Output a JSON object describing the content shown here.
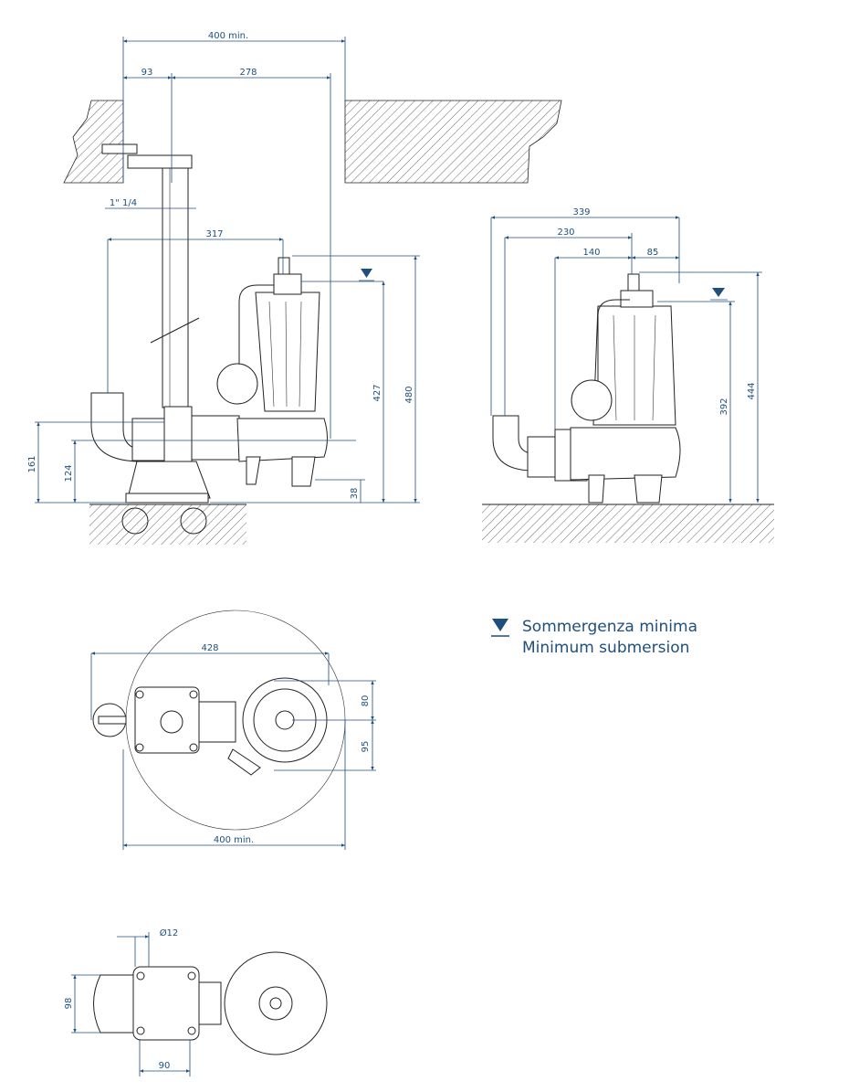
{
  "side_view": {
    "dims": {
      "d400": "400 min.",
      "d93": "93",
      "d278": "278",
      "pipe": "1\" 1/4",
      "d317": "317",
      "d427": "427",
      "d480": "480",
      "d161": "161",
      "d124": "124",
      "d38": "38"
    }
  },
  "front_view": {
    "dims": {
      "d339": "339",
      "d230": "230",
      "d140": "140",
      "d85": "85",
      "d392": "392",
      "d444": "444"
    }
  },
  "top_view": {
    "dims": {
      "d428": "428",
      "d400": "400 min.",
      "d80": "80",
      "d95": "95"
    }
  },
  "base_view": {
    "dims": {
      "d12": "Ø12",
      "d98": "98",
      "d90": "90"
    }
  },
  "legend": {
    "icon": "water-level-triangle-icon",
    "line1": "Sommergenza minima",
    "line2": "Minimum submersion"
  },
  "colors": {
    "dimension": "#1f4f7d",
    "outline": "#222222"
  }
}
